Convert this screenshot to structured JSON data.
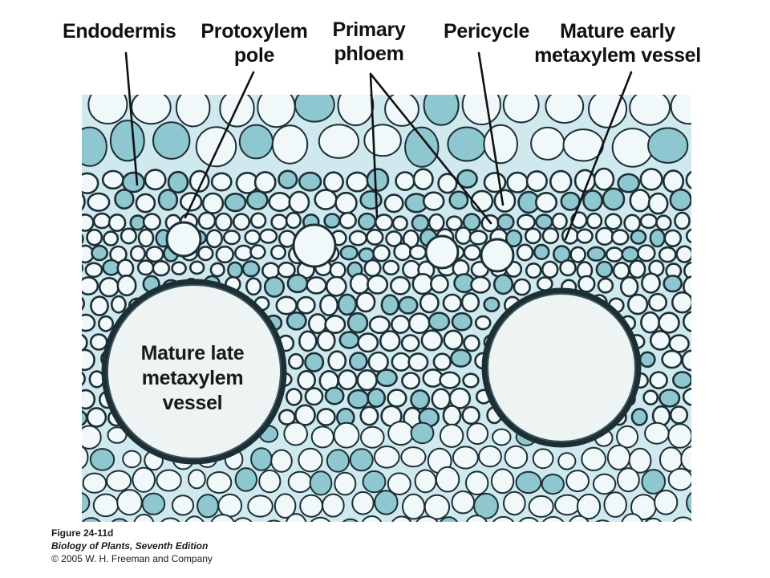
{
  "labels": {
    "endodermis": "Endodermis",
    "protoxylem": [
      "Protoxylem",
      "pole"
    ],
    "primary_phloem": [
      "Primary",
      "phloem"
    ],
    "pericycle": "Pericycle",
    "early_metaxylem": [
      "Mature early",
      "metaxylem vessel"
    ],
    "late_metaxylem": [
      "Mature late",
      "metaxylem",
      "vessel"
    ]
  },
  "caption": {
    "figure": "Figure 24-11d",
    "book": "Biology of Plants, Seventh Edition",
    "copyright": "© 2005 W. H. Freeman and Company"
  },
  "colors": {
    "wall": "#1c2f35",
    "lumen": "#f1f8f9",
    "tint": "#8ec7cf",
    "background": "#cfe9ee"
  }
}
